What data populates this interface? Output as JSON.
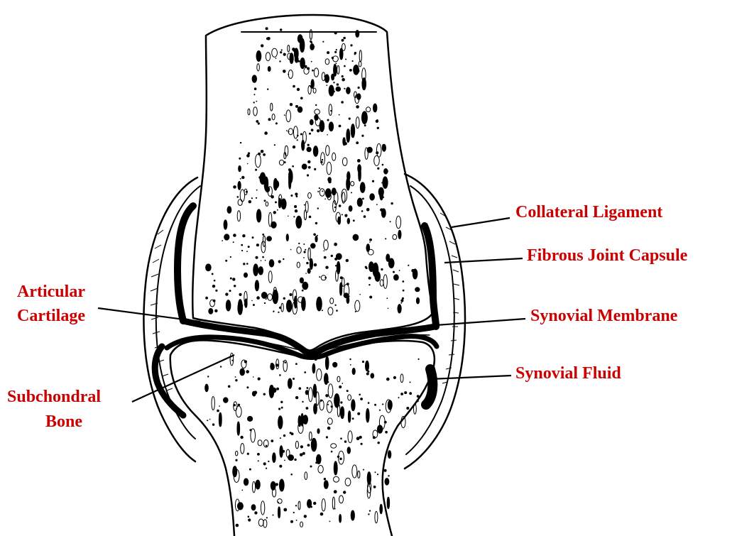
{
  "labels": {
    "collateral_ligament": "Collateral Ligament",
    "fibrous_joint_capsule": "Fibrous Joint Capsule",
    "synovial_membrane": "Synovial Membrane",
    "synovial_fluid": "Synovial Fluid",
    "articular_cartilage_line1": "Articular",
    "articular_cartilage_line2": "Cartilage",
    "subchondral_bone_line1": "Subchondral",
    "subchondral_bone_line2": "Bone"
  },
  "colors": {
    "label_text": "#cc0000",
    "ink": "#000000",
    "background": "#ffffff"
  }
}
